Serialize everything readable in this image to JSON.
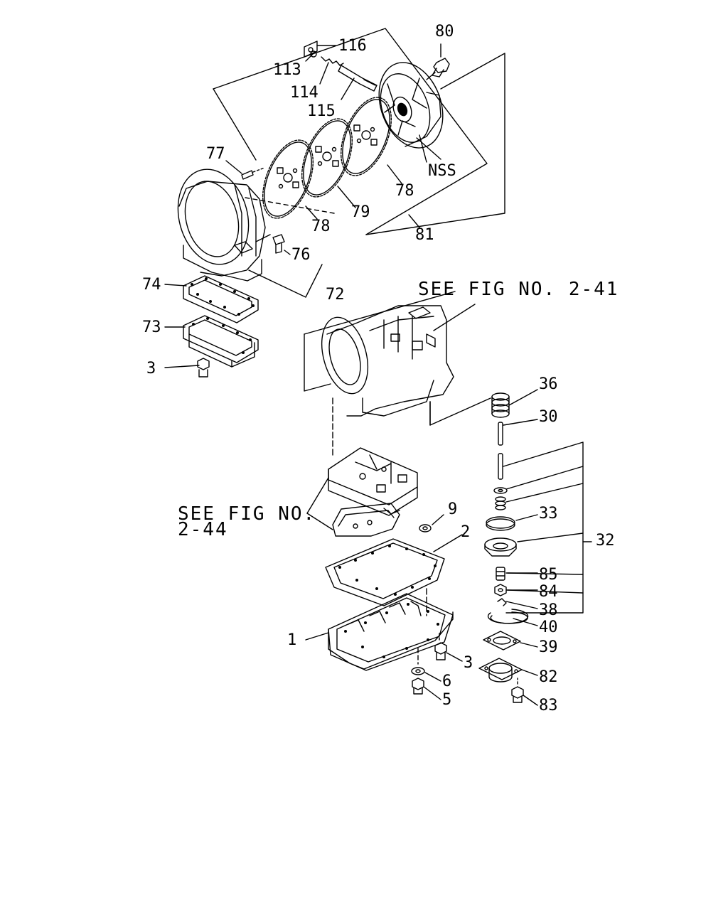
{
  "refs": {
    "fig_2_41": "SEE FIG NO. 2-41",
    "fig_2_44_line1": "SEE FIG NO.",
    "fig_2_44_line2": "2-44"
  },
  "callouts": {
    "c116": "116",
    "c113": "113",
    "c114": "114",
    "c115": "115",
    "c80": "80",
    "c77": "77",
    "cNSS": "NSS",
    "c78a": "78",
    "c78b": "78",
    "c79": "79",
    "c81": "81",
    "c76": "76",
    "c72": "72",
    "c74": "74",
    "c73": "73",
    "c3a": "3",
    "c36": "36",
    "c30": "30",
    "c33": "33",
    "c32": "32",
    "c9": "9",
    "c2": "2",
    "c85": "85",
    "c84": "84",
    "c38": "38",
    "c40": "40",
    "c1": "1",
    "c39": "39",
    "c3b": "3",
    "c82": "82",
    "c6": "6",
    "c5": "5",
    "c83": "83"
  }
}
